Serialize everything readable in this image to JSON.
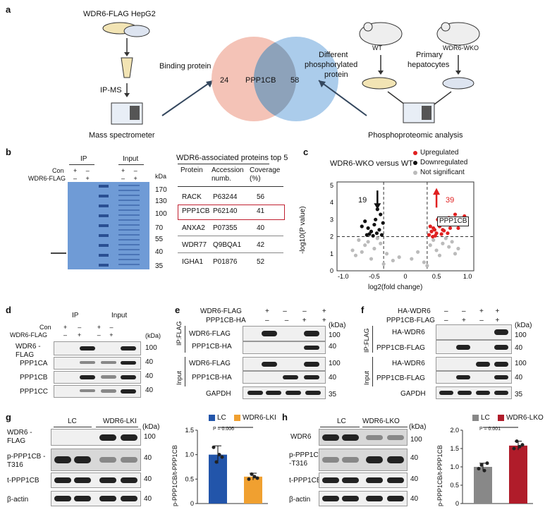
{
  "panels": {
    "a": {
      "letter": "a",
      "hepg2": "WDR6-FLAG HepG2",
      "ipms": "IP-MS",
      "mass_spec": "Mass spectrometer",
      "binding": "Binding protein",
      "different": "Different",
      "phospho1": "phosphorylated",
      "phospho2": "protein",
      "venn_left": "24",
      "venn_center": "PPP1CB",
      "venn_right": "58",
      "wt": "WT",
      "wko": "WDR6-WKO",
      "primary1": "Primary",
      "primary2": "hepatocytes",
      "phospho_analysis": "Phosphoproteomic analysis"
    },
    "b": {
      "letter": "b",
      "ip": "IP",
      "input": "Input",
      "con": "Con",
      "wdr6flag": "WDR6-FLAG",
      "kda": "kDa",
      "markers": [
        "170",
        "130",
        "100",
        "70",
        "55",
        "40",
        "35"
      ],
      "table_title": "WDR6-associated proteins top 5",
      "headers": [
        "Protein",
        "Accession numb.",
        "Coverage (%)"
      ],
      "rows": [
        [
          "RACK",
          "P63244",
          "56"
        ],
        [
          "PPP1CB",
          "P62140",
          "41"
        ],
        [
          "ANXA2",
          "P07355",
          "40"
        ],
        [
          "WDR77",
          "Q9BQA1",
          "42"
        ],
        [
          "IGHA1",
          "P01876",
          "52"
        ]
      ]
    },
    "c": {
      "letter": "c",
      "title": "WDR6-WKO versus WT",
      "legend": [
        "Upregulated",
        "Downregulated",
        "Not significant"
      ],
      "down_count": "19",
      "up_count": "39",
      "label": "PPP1CB",
      "xlabel": "log2(fold change)",
      "ylabel": "-log10(P value)",
      "xticks": [
        "-1.0",
        "-0.5",
        "0",
        "0.5",
        "1.0"
      ],
      "yticks": [
        "0",
        "1",
        "2",
        "3",
        "4",
        "5"
      ]
    },
    "d": {
      "letter": "d",
      "ip": "IP",
      "input": "Input",
      "con": "Con",
      "wdr6flag": "WDR6-FLAG",
      "kda": "(kDa)",
      "rows": [
        "WDR6 -FLAG",
        "PPP1CA",
        "PPP1CB",
        "PPP1CC"
      ],
      "markers": [
        "100",
        "40",
        "40",
        "40"
      ]
    },
    "e": {
      "letter": "e",
      "wdr6flag": "WDR6-FLAG",
      "ppp1cbha": "PPP1CB-HA",
      "kda": "(kDa)",
      "ipflag": "IP:FLAG",
      "input": "Input",
      "rows": [
        "WDR6-FLAG",
        "PPP1CB-HA",
        "WDR6-FLAG",
        "PPP1CB-HA",
        "GAPDH"
      ],
      "markers": [
        "100",
        "40",
        "100",
        "40",
        "35"
      ]
    },
    "f": {
      "letter": "f",
      "hawdr6": "HA-WDR6",
      "ppp1cbflag": "PPP1CB-FLAG",
      "kda": "(kDa)",
      "ipflag": "IP:FLAG",
      "input": "Input",
      "rows": [
        "HA-WDR6",
        "PPP1CB-FLAG",
        "HA-WDR6",
        "PPP1CB-FLAG",
        "GAPDH"
      ],
      "markers": [
        "100",
        "40",
        "100",
        "40",
        "35"
      ]
    },
    "g": {
      "letter": "g",
      "lc": "LC",
      "lki": "WDR6-LKI",
      "kda": "(kDa)",
      "rows": [
        "WDR6 -FLAG",
        "p-PPP1CB -T316",
        "t-PPP1CB",
        "β-actin"
      ],
      "markers": [
        "100",
        "40",
        "40",
        "40"
      ],
      "ylabel": "p-PPP1CB/t-PPP1CB",
      "pval": "P = 0.006",
      "legend": [
        "LC",
        "WDR6-LKI"
      ]
    },
    "h": {
      "letter": "h",
      "lc": "LC",
      "lko": "WDR6-LKO",
      "kda": "(kDa)",
      "rows": [
        "WDR6",
        "p-PPP1CB -T316",
        "t-PPP1CB",
        "β-actin"
      ],
      "markers": [
        "100",
        "40",
        "40",
        "40"
      ],
      "ylabel": "p-PPP1CB/t-PPP1CB",
      "pval": "P = 0.001",
      "legend": [
        "LC",
        "WDR6-LKO"
      ]
    }
  },
  "chart_data": [
    {
      "type": "scatter",
      "title": "WDR6-WKO versus WT",
      "xlabel": "log2(fold change)",
      "ylabel": "-log10(P value)",
      "xlim": [
        -1.1,
        1.1
      ],
      "ylim": [
        0,
        5.2
      ],
      "legend": "top-right",
      "colors": {
        "up": "#e02020",
        "down": "#111111",
        "ns": "#bbbbbb"
      },
      "up": [
        [
          0.38,
          2.1
        ],
        [
          0.42,
          2.3
        ],
        [
          0.45,
          2.5
        ],
        [
          0.5,
          2.2
        ],
        [
          0.55,
          2.6
        ],
        [
          0.6,
          2.4
        ],
        [
          0.65,
          2.9
        ],
        [
          0.7,
          3.1
        ],
        [
          0.75,
          2.7
        ],
        [
          0.8,
          3.3
        ],
        [
          0.85,
          2.5
        ],
        [
          0.48,
          2.05
        ],
        [
          0.52,
          3.0
        ],
        [
          0.58,
          2.15
        ],
        [
          0.62,
          2.35
        ],
        [
          0.68,
          2.2
        ],
        [
          0.72,
          2.5
        ],
        [
          0.4,
          2.6
        ],
        [
          0.44,
          2.0
        ],
        [
          0.9,
          2.8
        ],
        [
          0.95,
          3.2
        ],
        [
          0.56,
          2.8
        ],
        [
          0.47,
          2.4
        ]
      ],
      "down": [
        [
          -0.38,
          2.1
        ],
        [
          -0.42,
          2.4
        ],
        [
          -0.46,
          2.2
        ],
        [
          -0.5,
          2.7
        ],
        [
          -0.55,
          2.3
        ],
        [
          -0.6,
          2.5
        ],
        [
          -0.65,
          2.9
        ],
        [
          -0.7,
          2.6
        ],
        [
          -0.4,
          3.3
        ],
        [
          -0.45,
          3.6
        ],
        [
          -0.52,
          2.05
        ],
        [
          -0.58,
          2.15
        ],
        [
          -0.36,
          2.8
        ],
        [
          -0.62,
          2.1
        ],
        [
          -0.48,
          3.0
        ]
      ],
      "ns": [
        [
          -0.3,
          1.0
        ],
        [
          -0.2,
          0.6
        ],
        [
          -0.1,
          0.8
        ],
        [
          0.1,
          0.7
        ],
        [
          0.2,
          1.1
        ],
        [
          0.3,
          0.5
        ],
        [
          0.4,
          1.5
        ],
        [
          0.5,
          1.2
        ],
        [
          0.6,
          1.6
        ],
        [
          0.7,
          1.4
        ],
        [
          -0.4,
          1.6
        ],
        [
          -0.5,
          1.3
        ],
        [
          -0.6,
          1.7
        ],
        [
          -0.7,
          1.1
        ],
        [
          -0.8,
          0.9
        ],
        [
          0.8,
          1.0
        ],
        [
          0.45,
          1.8
        ],
        [
          -0.45,
          1.9
        ],
        [
          0.55,
          0.9
        ],
        [
          -0.35,
          0.4
        ],
        [
          0.35,
          0.3
        ],
        [
          -0.55,
          0.7
        ],
        [
          0.65,
          1.9
        ],
        [
          -0.65,
          1.5
        ],
        [
          0.75,
          1.7
        ],
        [
          -0.75,
          1.8
        ],
        [
          0.85,
          1.3
        ],
        [
          -0.85,
          1.2
        ]
      ],
      "vlines": [
        -0.35,
        0.35
      ],
      "hline": 2
    },
    {
      "type": "bar",
      "categories": [
        "LC",
        "WDR6-LKI"
      ],
      "values": [
        1.0,
        0.55
      ],
      "errors": [
        0.18,
        0.07
      ],
      "points": [
        [
          1.15,
          0.85,
          1.0,
          0.95
        ],
        [
          0.5,
          0.6,
          0.55,
          0.52
        ]
      ],
      "ylabel": "p-PPP1CB/t-PPP1CB",
      "ylim": [
        0,
        1.5
      ],
      "yticks": [
        0,
        0.5,
        1.0,
        1.5
      ],
      "colors": [
        "#2255aa",
        "#f0a030"
      ],
      "annotation": "P = 0.006"
    },
    {
      "type": "bar",
      "categories": [
        "LC",
        "WDR6-LKO"
      ],
      "values": [
        1.0,
        1.58
      ],
      "errors": [
        0.1,
        0.12
      ],
      "points": [
        [
          0.95,
          1.05,
          0.9,
          1.1
        ],
        [
          1.5,
          1.7,
          1.55,
          1.6
        ]
      ],
      "ylabel": "p-PPP1CB/t-PPP1CB",
      "ylim": [
        0,
        2.0
      ],
      "yticks": [
        0,
        0.5,
        1.0,
        1.5,
        2.0
      ],
      "colors": [
        "#888888",
        "#b01c2a"
      ],
      "annotation": "P = 0.001"
    }
  ]
}
